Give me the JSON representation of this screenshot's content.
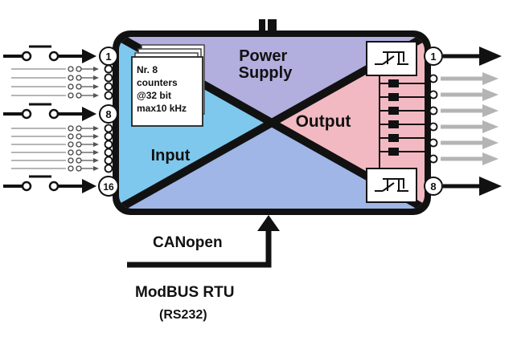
{
  "sections": {
    "power": "Power\nSupply",
    "input": "Input",
    "output": "Output"
  },
  "counters": {
    "lines": [
      "Nr. 8",
      "counters",
      "@32 bit",
      "max10 kHz"
    ]
  },
  "input_pins": {
    "first": "1",
    "middle": "8",
    "last": "16"
  },
  "output_pins": {
    "first": "1",
    "last": "8"
  },
  "bus": {
    "primary": "CANopen",
    "secondary": "ModBUS RTU",
    "secondary_note": "(RS232)"
  },
  "colors": {
    "input": "#7ec8ee",
    "output": "#f3b9c2",
    "power": "#b2aede",
    "bottom": "#9fb6e6",
    "outline": "#111111",
    "faded_arrow": "#b4b4b4"
  }
}
